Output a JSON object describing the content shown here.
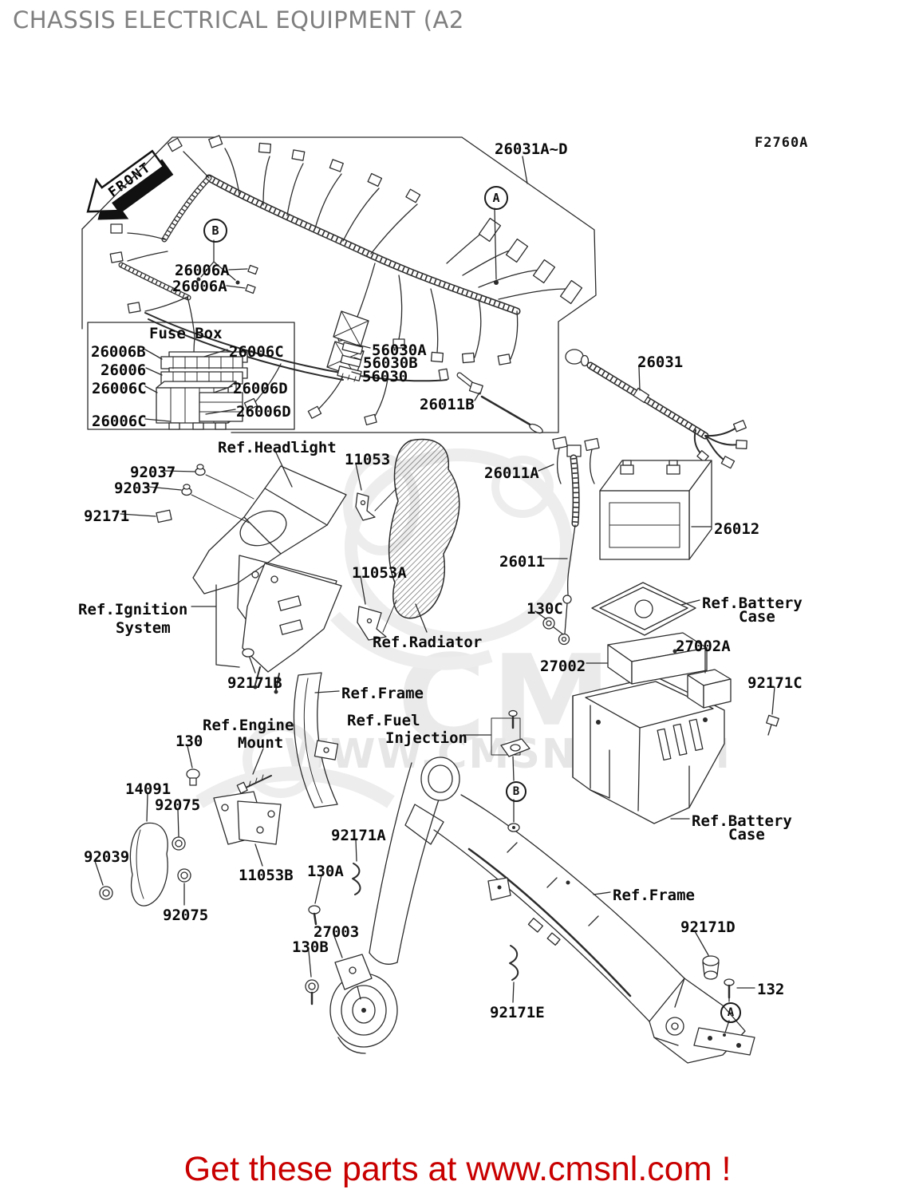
{
  "diagram": {
    "title": "CHASSIS ELECTRICAL EQUIPMENT (A2",
    "figure_code": "F2760A",
    "front_label": "FRONT",
    "fuse_box_title": "Fuse Box",
    "callouts": {
      "a": "A",
      "b": "B"
    },
    "part_labels": [
      {
        "text": "26031A~D"
      },
      {
        "text": "26006A"
      },
      {
        "text": "26006A"
      },
      {
        "text": "26006B"
      },
      {
        "text": "26006C"
      },
      {
        "text": "26006"
      },
      {
        "text": "26006C"
      },
      {
        "text": "26006D"
      },
      {
        "text": "26006D"
      },
      {
        "text": "26006C"
      },
      {
        "text": "56030A"
      },
      {
        "text": "56030B"
      },
      {
        "text": "56030"
      },
      {
        "text": "26011B"
      },
      {
        "text": "26011A"
      },
      {
        "text": "26031"
      },
      {
        "text": "26012"
      },
      {
        "text": "92037"
      },
      {
        "text": "92037"
      },
      {
        "text": "92171"
      },
      {
        "text": "11053"
      },
      {
        "text": "11053A"
      },
      {
        "text": "26011"
      },
      {
        "text": "130C"
      },
      {
        "text": "27002"
      },
      {
        "text": "27002A"
      },
      {
        "text": "92171C"
      },
      {
        "text": "92171B"
      },
      {
        "text": "130"
      },
      {
        "text": "14091"
      },
      {
        "text": "92075"
      },
      {
        "text": "92039"
      },
      {
        "text": "92075"
      },
      {
        "text": "11053B"
      },
      {
        "text": "130A"
      },
      {
        "text": "92171A"
      },
      {
        "text": "27003"
      },
      {
        "text": "130B"
      },
      {
        "text": "92171D"
      },
      {
        "text": "132"
      },
      {
        "text": "92171E"
      }
    ],
    "ref_labels": [
      {
        "text": "Ref.Headlight"
      },
      {
        "text": "Ref.Ignition"
      },
      {
        "text": "System"
      },
      {
        "text": "Ref.Radiator"
      },
      {
        "text": "Ref.Frame"
      },
      {
        "text": "Ref.Battery"
      },
      {
        "text": "Case"
      },
      {
        "text": "Ref.Engine"
      },
      {
        "text": "Mount"
      },
      {
        "text": "Ref.Fuel"
      },
      {
        "text": "Injection"
      },
      {
        "text": "Ref.Frame"
      },
      {
        "text": "Ref.Battery"
      },
      {
        "text": "Case"
      }
    ]
  },
  "watermark": {
    "brand": "CMS",
    "site": "WWW.CMSNL.COM"
  },
  "footer": {
    "text": "Get these parts at www.cmsnl.com !"
  }
}
